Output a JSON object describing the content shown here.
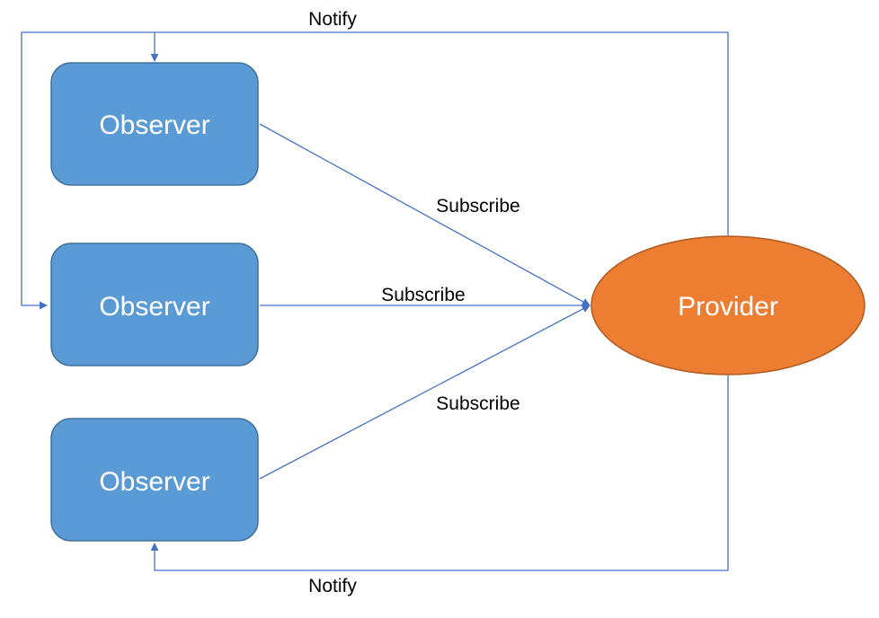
{
  "diagram": {
    "nodes": {
      "observer_top": {
        "label": "Observer",
        "shape": "rounded-rectangle"
      },
      "observer_middle": {
        "label": "Observer",
        "shape": "rounded-rectangle"
      },
      "observer_bottom": {
        "label": "Observer",
        "shape": "rounded-rectangle"
      },
      "provider": {
        "label": "Provider",
        "shape": "ellipse"
      }
    },
    "edges": {
      "subscribe_top": {
        "label": "Subscribe",
        "from": "observer_top",
        "to": "provider"
      },
      "subscribe_middle": {
        "label": "Subscribe",
        "from": "observer_middle",
        "to": "provider"
      },
      "subscribe_bottom": {
        "label": "Subscribe",
        "from": "observer_bottom",
        "to": "provider"
      },
      "notify_top": {
        "label": "Notify",
        "from": "provider",
        "to": [
          "observer_top",
          "observer_middle"
        ]
      },
      "notify_bottom": {
        "label": "Notify",
        "from": "provider",
        "to": "observer_bottom"
      }
    },
    "colors": {
      "observer_fill": "#5b9bd5",
      "observer_stroke": "#41719c",
      "provider_fill": "#ed7d31",
      "provider_stroke": "#ae5a21",
      "connector": "#4472c4"
    }
  }
}
